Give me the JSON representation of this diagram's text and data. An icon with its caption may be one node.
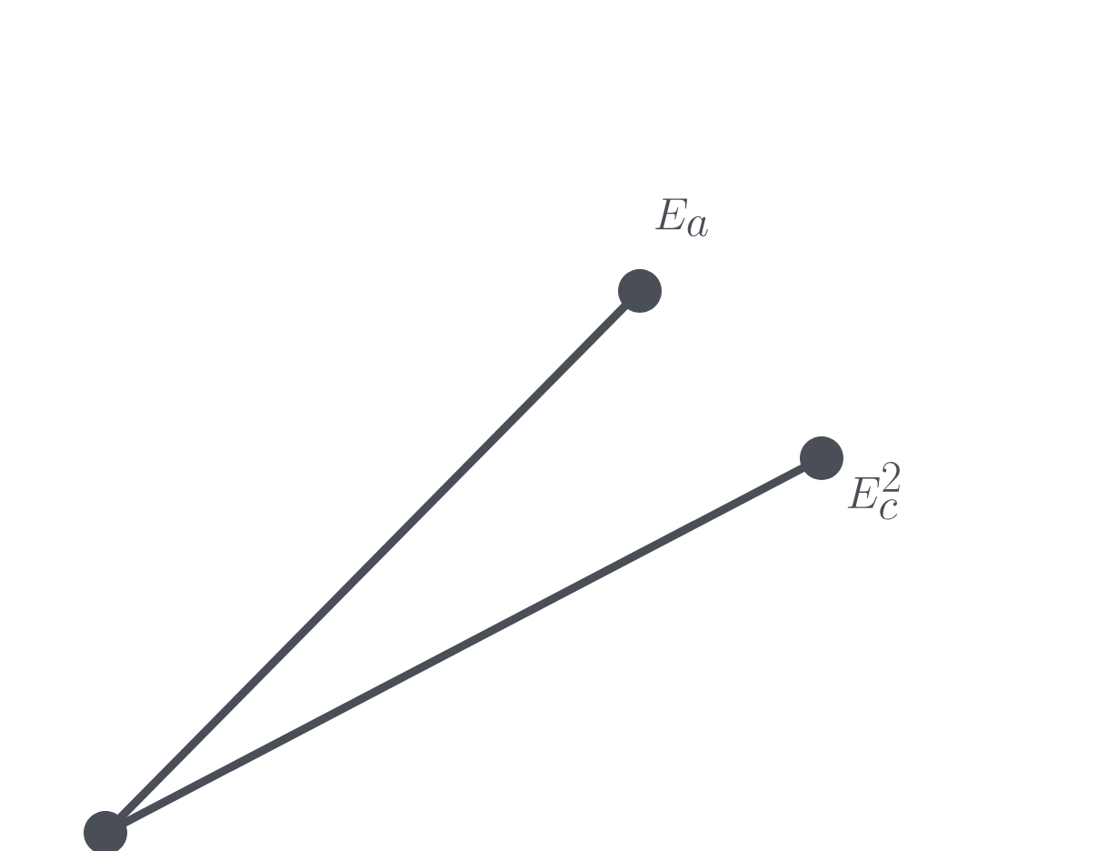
{
  "diagram": {
    "nodes": [
      {
        "text": [],
        "shape": "circle"
      },
      {
        "text": [],
        "shape": "circle",
        "beside": [
          "E_a"
        ]
      },
      {
        "text": [],
        "shape": "circle",
        "beside": [
          "E_c^2"
        ]
      }
    ],
    "edges": [
      {
        "from": 0,
        "to": 1,
        "arrow": "none"
      },
      {
        "from": 0,
        "to": 2,
        "arrow": "none"
      }
    ]
  }
}
